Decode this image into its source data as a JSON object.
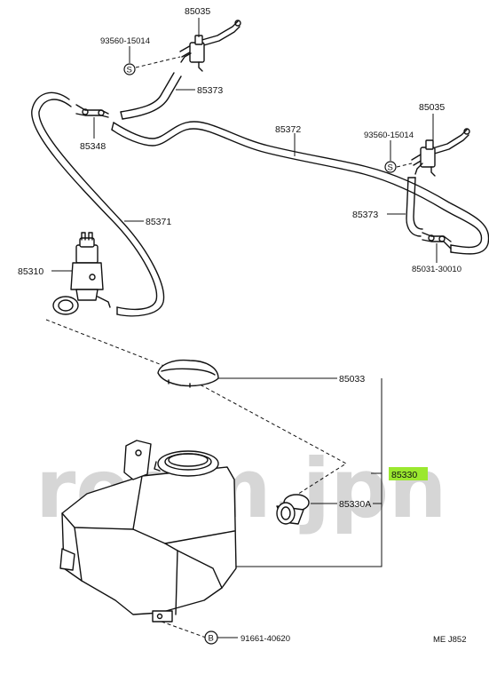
{
  "labels": {
    "p85035_top": "85035",
    "p93560_top": "93560-15014",
    "p85373_top": "85373",
    "p85348": "85348",
    "p85372": "85372",
    "p85035_right": "85035",
    "p93560_right": "93560-15014",
    "p85373_right": "85373",
    "p85371": "85371",
    "p85310": "85310",
    "p85031": "85031-30010",
    "p85033": "85033",
    "p85330": "85330",
    "p85330A": "85330A",
    "p91661": "91661-40620",
    "code": "ME  J852"
  },
  "badges": {
    "s": "S",
    "b": "B"
  },
  "watermark": "ream.jpn",
  "colors": {
    "highlight": "#9be82f",
    "line": "#111111",
    "watermark": "#d6d6d6"
  }
}
